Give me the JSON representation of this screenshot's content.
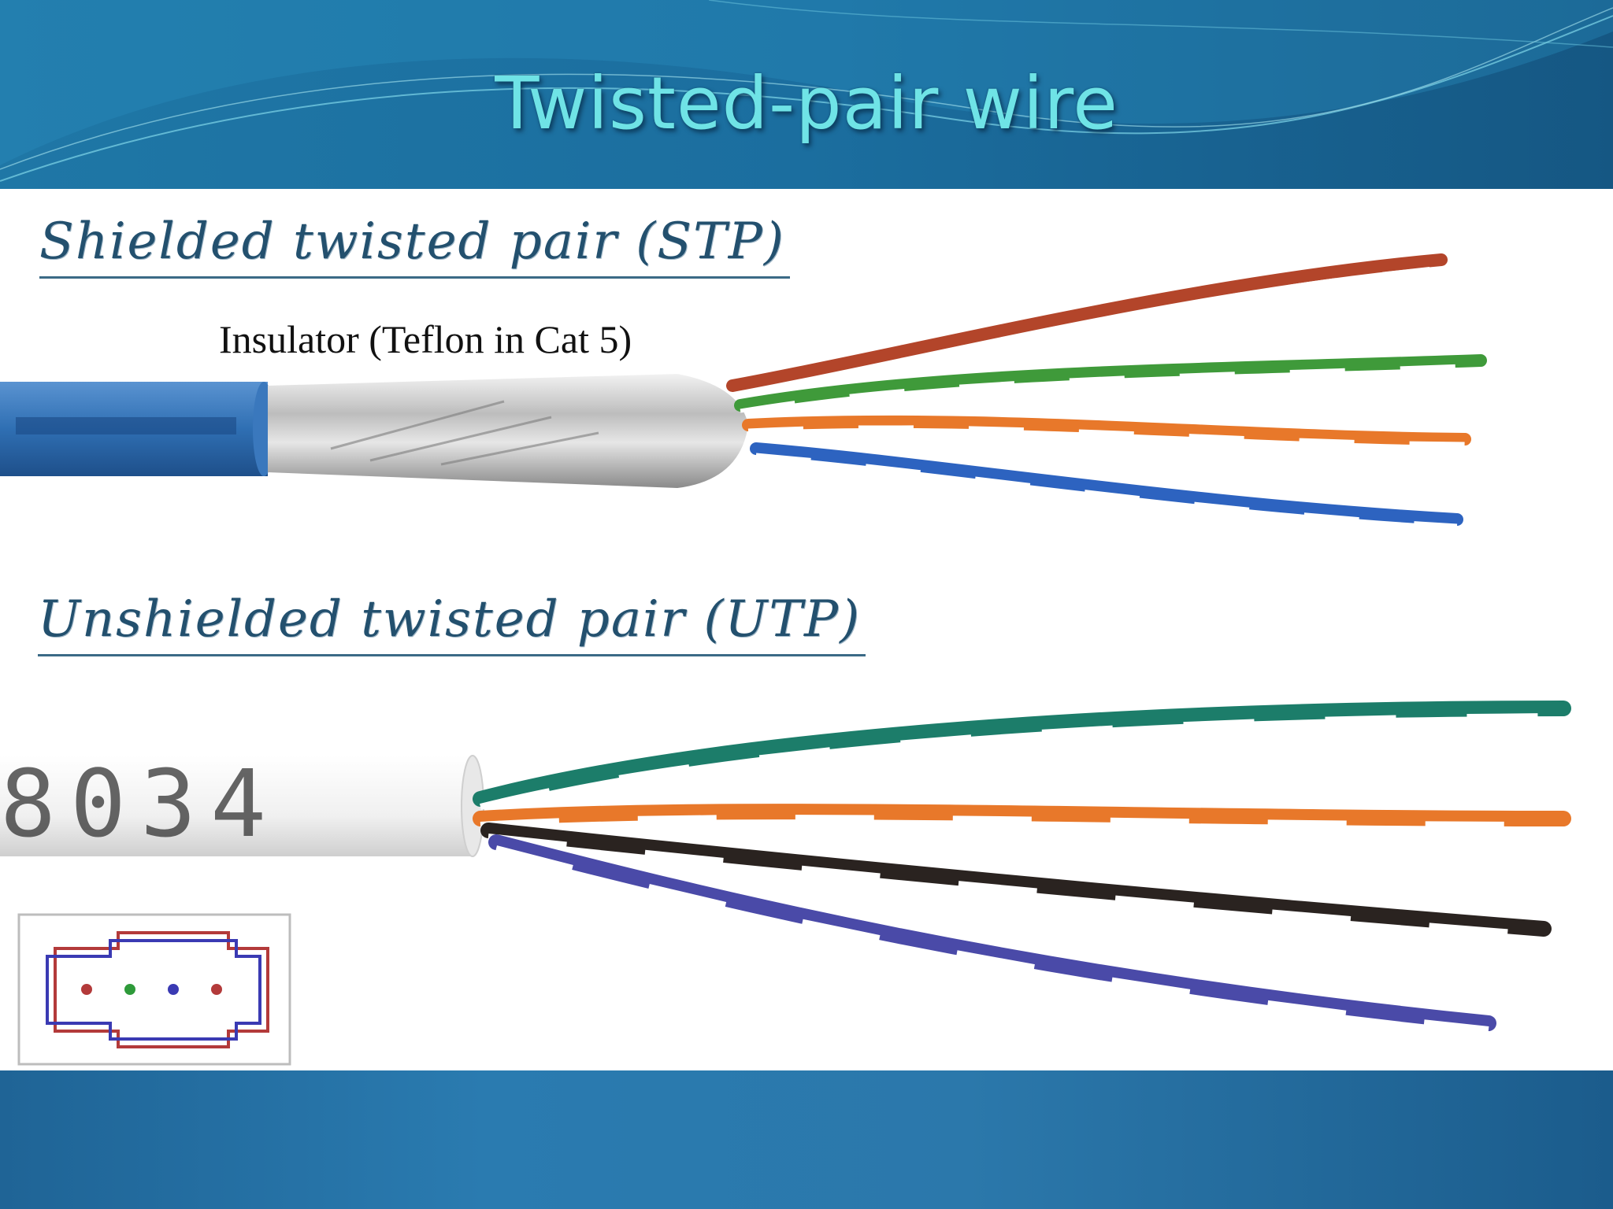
{
  "slide": {
    "title": "Twisted-pair wire",
    "stp_heading": "Shielded twisted pair (STP)",
    "utp_heading": "Unshielded twisted pair (UTP)",
    "insulator_label": "Insulator (Teflon in Cat 5)",
    "cable_print": "8034"
  },
  "colors": {
    "title_text": "#6fe3e6",
    "heading_text": "#23506e",
    "band_blue": "#1a6898",
    "stp_jacket": "#2f6fb3",
    "wire_red": "#b3452a",
    "wire_green": "#3f9a3a",
    "wire_orange": "#e8782a",
    "wire_blue": "#2d63c0",
    "utp_green": "#1c7d6a",
    "utp_black": "#2a2320",
    "utp_violet": "#4a4aa8"
  },
  "icons": [
    "rj45-connector-icon"
  ]
}
